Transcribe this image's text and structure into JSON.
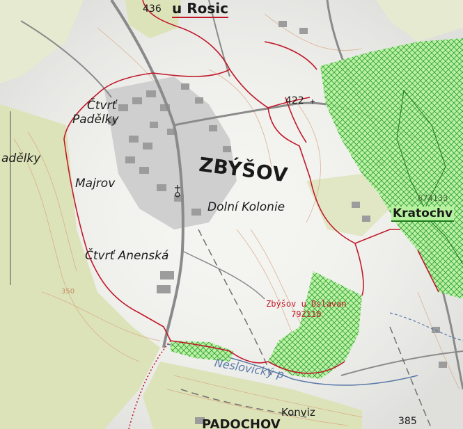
{
  "map": {
    "labels": {
      "town_zbysov": "ZBÝŠOV",
      "town_top": "u Rosic",
      "town_bottom": "PADOCHOV",
      "ctvrt_line1": "Čtvrť",
      "ctvrt_line2": "Padělky",
      "padelky_left": "adělky",
      "majrov": "Majrov",
      "dolni_kolonie": "Dolní Kolonie",
      "ctvrt_anenska": "Čtvrť Anenská",
      "konviz": "Konviz",
      "neslovicky": "Neslovický p",
      "kratochvile": "Kratochv"
    },
    "elevations": {
      "e436": "436",
      "e422": "422",
      "e385": "385",
      "e350": "350"
    },
    "parcels": {
      "zbysov_name": "Zbýšov u Oslavan",
      "zbysov_code": "792110",
      "kratoch_code": "674133"
    },
    "colors": {
      "boundary": "#c0192a",
      "protected_fill": "#b6f29e",
      "protected_hatch": "#2e9e2e",
      "forest": "#dde3b8",
      "built_up": "#9c9c9c",
      "contour": "#d8a27c",
      "water": "#5a7aa8",
      "road": "#8a8a8a"
    }
  }
}
